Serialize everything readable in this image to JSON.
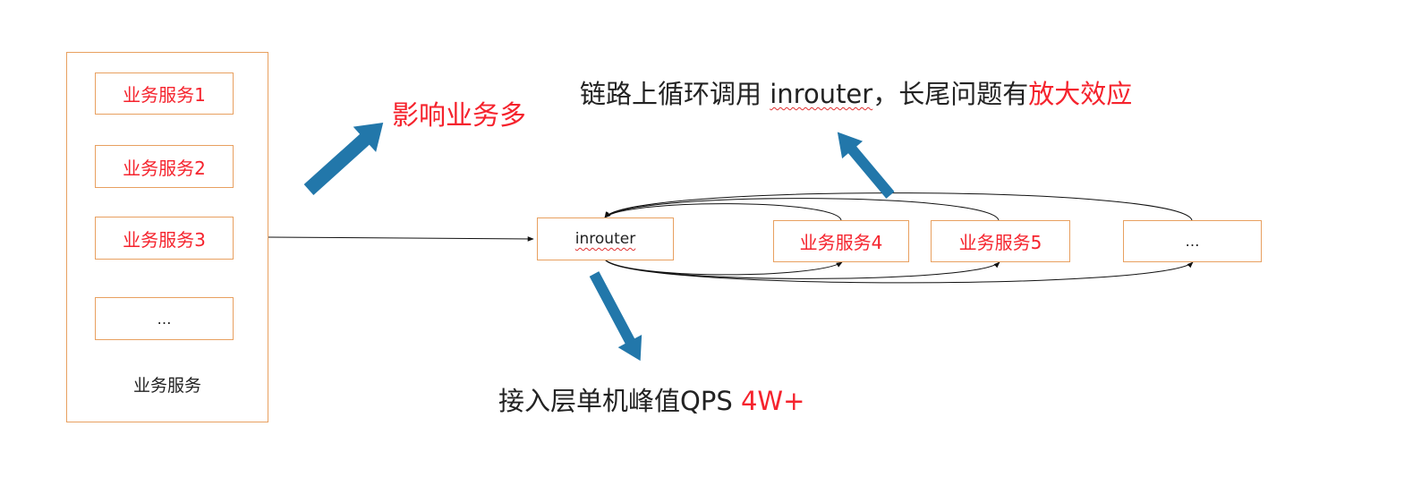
{
  "left_group": {
    "items": [
      "业务服务1",
      "业务服务2",
      "业务服务3",
      "…"
    ],
    "caption": "业务服务"
  },
  "nodes": {
    "inrouter": "inrouter",
    "service4": "业务服务4",
    "service5": "业务服务5",
    "more": "…"
  },
  "annotations": {
    "impact": "影响业务多",
    "loop_prefix": "链路上循环调用 ",
    "loop_term": "inrouter",
    "loop_middle": "，长尾问题有",
    "loop_emphasis": "放大效应",
    "qps_prefix": "接入层单机峰值QPS ",
    "qps_value": "4W+"
  },
  "colors": {
    "box_border": "#e8a060",
    "arrow_blue": "#2277aa",
    "emphasis_red": "#f5232d"
  }
}
